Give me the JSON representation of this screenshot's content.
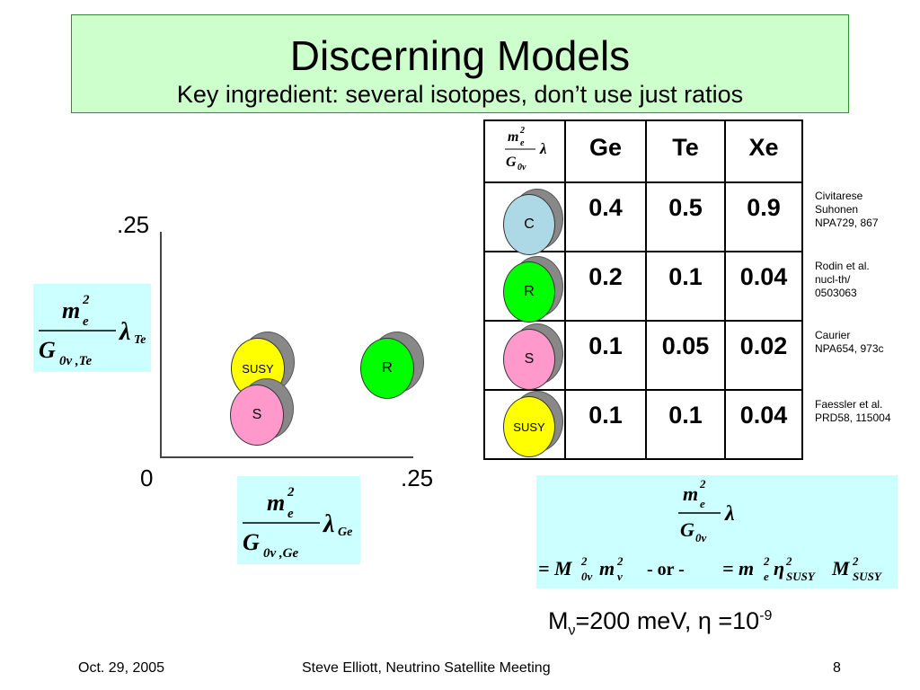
{
  "slide": {
    "title": "Discerning Models",
    "subtitle": "Key ingredient: several isotopes, don’t use just ratios"
  },
  "plot": {
    "y_tick_top": ".25",
    "x_tick_origin": "0",
    "x_tick_right": ".25",
    "y_axis_label": {
      "m": "m",
      "e": "e",
      "sq": "2",
      "G": "G",
      "sub": "0ν ,Te",
      "lambda": "λ",
      "lsub": "Te"
    },
    "x_axis_label": {
      "m": "m",
      "e": "e",
      "sq": "2",
      "G": "G",
      "sub": "0ν ,Ge",
      "lambda": "λ",
      "lsub": "Ge"
    },
    "bubbles": [
      {
        "label": "SUSY",
        "color": "#ffff00"
      },
      {
        "label": "R",
        "color": "#00ff00"
      },
      {
        "label": "S",
        "color": "#ff99cc"
      }
    ]
  },
  "table": {
    "header_formula": {
      "m": "m",
      "e": "e",
      "sq": "2",
      "G": "G",
      "sub": "0ν",
      "lambda": "λ"
    },
    "columns": [
      "Ge",
      "Te",
      "Xe"
    ],
    "rows": [
      {
        "model": "C",
        "color": "#add8e6",
        "values": [
          "0.4",
          "0.5",
          "0.9"
        ],
        "ref": [
          "Civitarese",
          "Suhonen",
          "NPA729, 867"
        ]
      },
      {
        "model": "R",
        "color": "#00ff00",
        "values": [
          "0.2",
          "0.1",
          "0.04"
        ],
        "ref": [
          "Rodin et al.",
          "nucl-th/",
          "0503063"
        ]
      },
      {
        "model": "S",
        "color": "#ff99cc",
        "values": [
          "0.1",
          "0.05",
          "0.02"
        ],
        "ref": [
          "Caurier",
          "NPA654, 973c"
        ]
      },
      {
        "model": "SUSY",
        "color": "#ffff00",
        "values": [
          "0.1",
          "0.1",
          "0.04"
        ],
        "ref": [
          "Faessler et al.",
          "PRD58, 115004"
        ]
      }
    ]
  },
  "formula": {
    "top": {
      "m": "m",
      "e": "e",
      "sq": "2",
      "G": "G",
      "sub": "0ν",
      "lambda": "λ"
    },
    "line": {
      "eq1": "= M",
      "sq1": "2",
      "sub1": "0ν",
      "m": "m",
      "sq2": "2",
      "sub2": "ν",
      "or": " - or - ",
      "eq2": "= m",
      "sub3": "e",
      "sq3": "2",
      "eta": "η",
      "sq4": "2",
      "sub4": "SUSY",
      "M": "M",
      "sq5": "2",
      "sub5": "SUSY"
    }
  },
  "params": {
    "text1": "M",
    "sub": "ν",
    "text2": "=200 meV, ",
    "eta": "η",
    "text3": " =10",
    "sup": "-9"
  },
  "footer": {
    "date": "Oct. 29, 2005",
    "event": "Steve Elliott, Neutrino Satellite Meeting",
    "page": "8"
  }
}
